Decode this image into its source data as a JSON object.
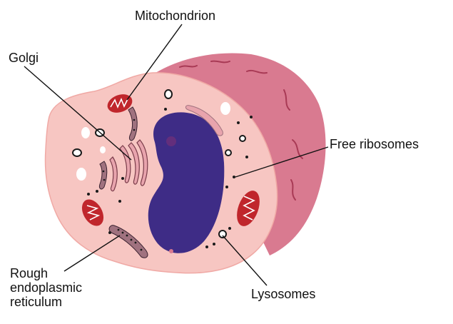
{
  "labels": {
    "mitochondrion": "Mitochondrion",
    "golgi": "Golgi",
    "free_ribosomes": "Free ribosomes",
    "rough_er": [
      "Rough",
      "endoplasmic",
      "reticulum"
    ],
    "lysosomes": "Lysosomes"
  },
  "colors": {
    "cytoplasm": "#f7c6c2",
    "cytoplasm_edge": "#f0a9a5",
    "membrane_region": "#d97a90",
    "membrane_dark": "#c45b77",
    "nucleus": "#3e2c86",
    "nucleolus": "#6a2f7a",
    "organelle_red": "#c0262c",
    "granular": "#a0727f",
    "golgi_pink": "#e8a4ad",
    "leader_line": "#111111"
  }
}
